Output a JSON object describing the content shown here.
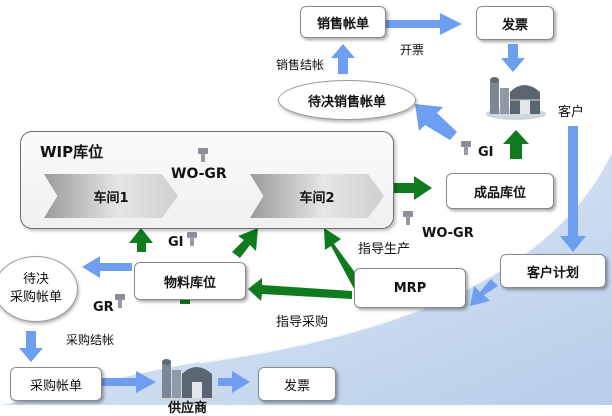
{
  "nodes": {
    "sales_bill": "销售帐单",
    "invoice_top": "发票",
    "pending_sales_bill": "待决销售帐单",
    "customer": "客户",
    "wip_location": "WIP库位",
    "workshop1": "车间1",
    "workshop2": "车间2",
    "finished_goods_location": "成品库位",
    "customer_plan": "客户计划",
    "material_location": "物料库位",
    "mrp": "MRP",
    "pending_purchase_bill_line1": "待决",
    "pending_purchase_bill_line2": "采购帐单",
    "purchase_bill": "采购帐单",
    "invoice_bottom": "发票",
    "supplier": "供应商"
  },
  "edge_labels": {
    "invoicing": "开票",
    "sales_settlement": "销售结帐",
    "gi_finished": "GI",
    "wo_gr_top": "WO-GR",
    "wo_gr_bottom": "WO-GR",
    "gi_material": "GI",
    "gr": "GR",
    "guide_production": "指导生产",
    "guide_purchasing": "指导采购",
    "purchase_settlement": "采购结帐"
  },
  "colors": {
    "blue_arrow": "#6e9ef0",
    "green_arrow": "#0f7a1e",
    "swoosh": "#c7d8ee"
  }
}
